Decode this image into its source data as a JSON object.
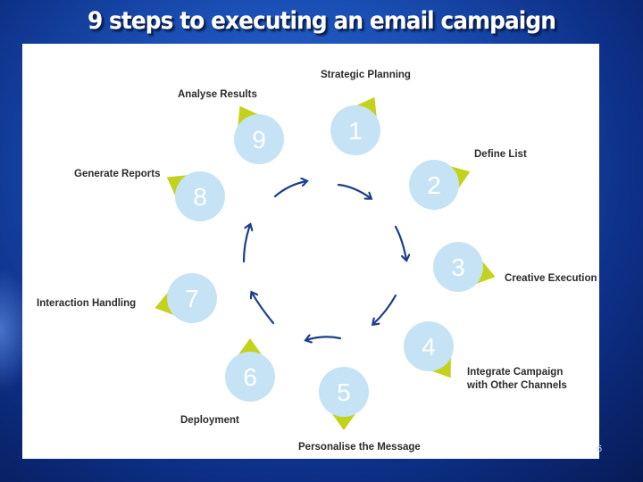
{
  "slide": {
    "title": "9 steps to executing an email campaign",
    "page_number": "6"
  },
  "diagram": {
    "steps": [
      {
        "number": "1",
        "label": "Strategic Planning"
      },
      {
        "number": "2",
        "label": "Define List"
      },
      {
        "number": "3",
        "label": "Creative Execution"
      },
      {
        "number": "4",
        "label": "Integrate Campaign with Other Channels"
      },
      {
        "number": "5",
        "label": "Personalise the Message"
      },
      {
        "number": "6",
        "label": "Deployment"
      },
      {
        "number": "7",
        "label": "Interaction Handling"
      },
      {
        "number": "8",
        "label": "Generate Reports"
      },
      {
        "number": "9",
        "label": "Analyse Results"
      }
    ]
  },
  "colors": {
    "circle_fill": "#c5e3f5",
    "pointer_fill": "#c3d21a",
    "arrow_stroke": "#1c3f8a"
  }
}
